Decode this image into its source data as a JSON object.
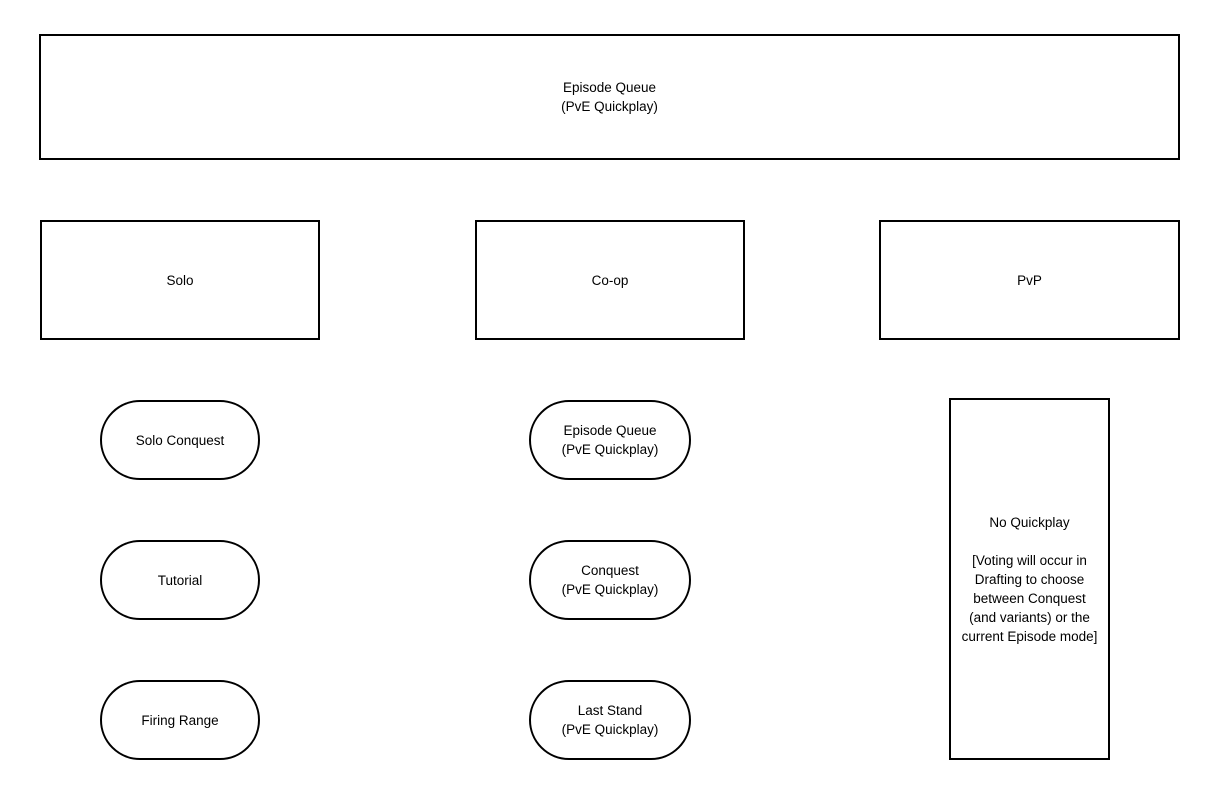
{
  "diagram": {
    "banner": {
      "label": "Episode Queue\n(PvE Quickplay)"
    },
    "columns": [
      {
        "key": "solo",
        "header": "Solo",
        "items": [
          {
            "label": "Solo Conquest"
          },
          {
            "label": "Tutorial"
          },
          {
            "label": "Firing Range"
          }
        ]
      },
      {
        "key": "coop",
        "header": "Co-op",
        "items": [
          {
            "label": "Episode Queue\n(PvE Quickplay)"
          },
          {
            "label": "Conquest\n(PvE Quickplay)"
          },
          {
            "label": "Last Stand\n(PvE Quickplay)"
          }
        ]
      },
      {
        "key": "pvp",
        "header": "PvP",
        "note": {
          "title": "No Quickplay",
          "body": "[Voting will occur in Drafting to choose between Conquest (and variants) or the current Episode mode]"
        }
      }
    ],
    "colors": {
      "stroke": "#000000",
      "fill": "#ffffff",
      "text": "#000000"
    }
  }
}
